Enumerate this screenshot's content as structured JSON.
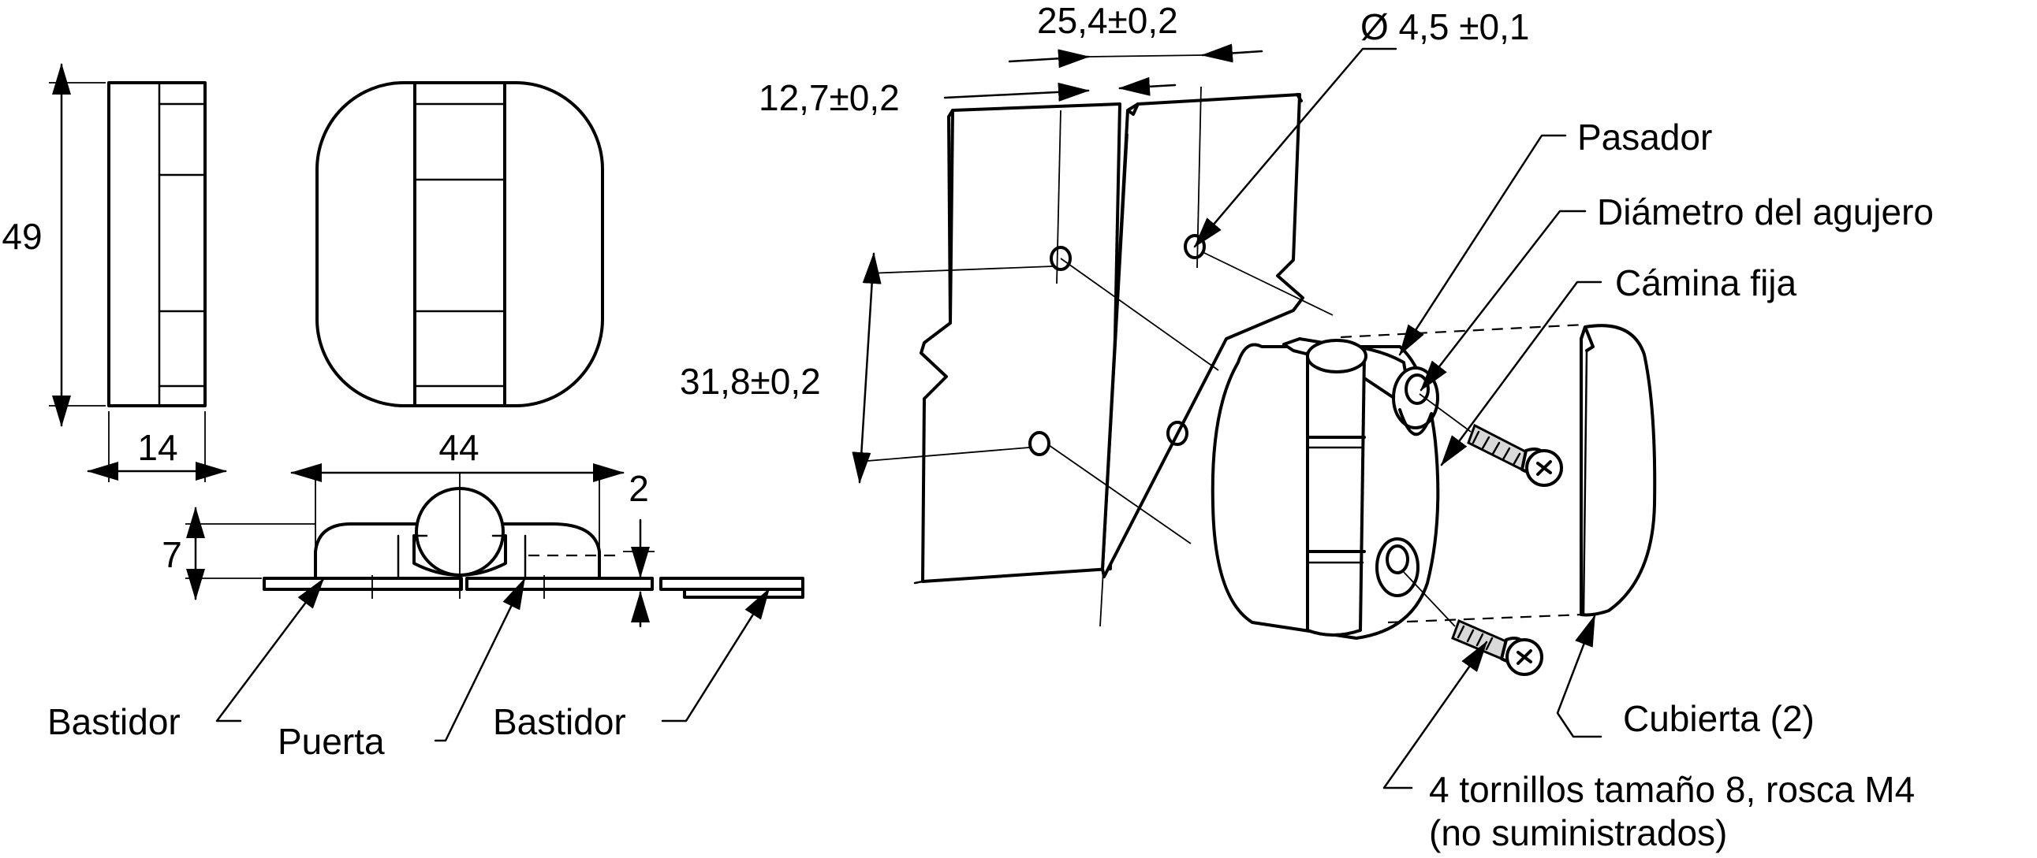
{
  "dimensions": {
    "height": "49",
    "depth": "14",
    "width": "44",
    "cover_thickness": "2",
    "knuckle_height": "7",
    "pin_offset": "12,7±0,2",
    "hole_spacing_x": "25,4±0,2",
    "hole_diameter": "Ø 4,5 ±0,1",
    "hole_spacing_y": "31,8±0,2"
  },
  "labels": {
    "frame_left": "Bastidor",
    "door": "Puerta",
    "frame_right": "Bastidor",
    "pin": "Pasador",
    "hole_diameter": "Diámetro del agujero",
    "fixed_knuckle": "Cámina fija",
    "cover": "Cubierta (2)",
    "screws_line1": "4 tornillos tamaño 8, rosca M4",
    "screws_line2": "(no suministrados)"
  }
}
